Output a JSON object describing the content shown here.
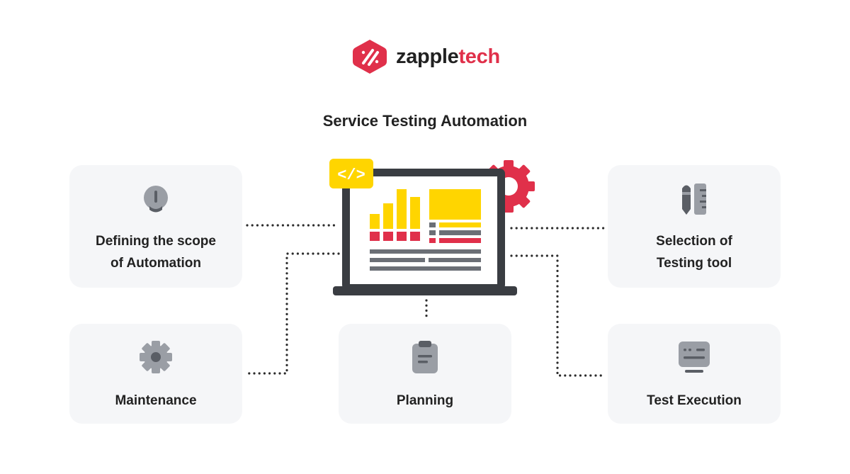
{
  "brand": {
    "name_part1": "zapple",
    "name_part2": "tech",
    "color": "#e0304a"
  },
  "title": "Service Testing Automation",
  "cards": {
    "scope": {
      "label_line1": "Defining the scope",
      "label_line2": "of Automation",
      "icon": "lightbulb-icon"
    },
    "tool": {
      "label_line1": "Selection of",
      "label_line2": "Testing tool",
      "icon": "pencil-ruler-icon"
    },
    "maintenance": {
      "label": "Maintenance",
      "icon": "gear-icon"
    },
    "planning": {
      "label": "Planning",
      "icon": "clipboard-icon"
    },
    "execution": {
      "label": "Test Execution",
      "icon": "monitor-list-icon"
    }
  },
  "center": {
    "code_badge": "</>",
    "icon": "laptop-dashboard-icon"
  },
  "colors": {
    "yellow": "#ffd500",
    "red": "#e0304a",
    "dark": "#3a3d42",
    "grey": "#6b6f76",
    "card_bg": "#f5f6f8"
  }
}
